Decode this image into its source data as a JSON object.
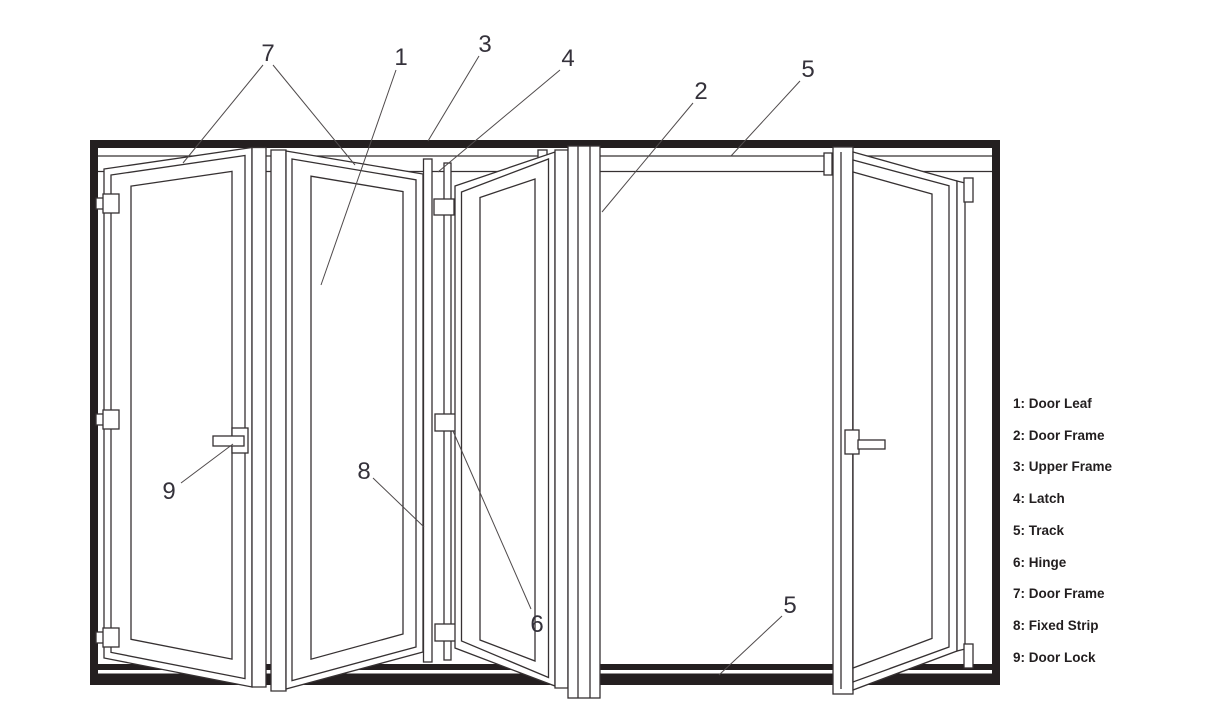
{
  "diagram": {
    "callouts": [
      {
        "num": "7",
        "part": "Door Frame"
      },
      {
        "num": "1",
        "part": "Door Leaf"
      },
      {
        "num": "3",
        "part": "Upper Frame"
      },
      {
        "num": "4",
        "part": "Latch"
      },
      {
        "num": "2",
        "part": "Door Frame"
      },
      {
        "num": "5",
        "part": "Track"
      },
      {
        "num": "9",
        "part": "Door Lock"
      },
      {
        "num": "8",
        "part": "Fixed Strip"
      },
      {
        "num": "6",
        "part": "Hinge"
      },
      {
        "num": "5",
        "part": "Track"
      }
    ],
    "legend": {
      "items": [
        {
          "label": "1: Door Leaf"
        },
        {
          "label": "2: Door Frame"
        },
        {
          "label": "3: Upper Frame"
        },
        {
          "label": "4: Latch"
        },
        {
          "label": "5: Track"
        },
        {
          "label": "6: Hinge"
        },
        {
          "label": "7: Door Frame"
        },
        {
          "label": "8: Fixed Strip"
        },
        {
          "label": "9: Door Lock"
        }
      ]
    },
    "colors": {
      "line": "#363132",
      "frame": "#241f20",
      "leader": "#4f4a4b",
      "callout_text": "#35323b",
      "legend_text": "#221e1f",
      "background": "#ffffff"
    }
  }
}
